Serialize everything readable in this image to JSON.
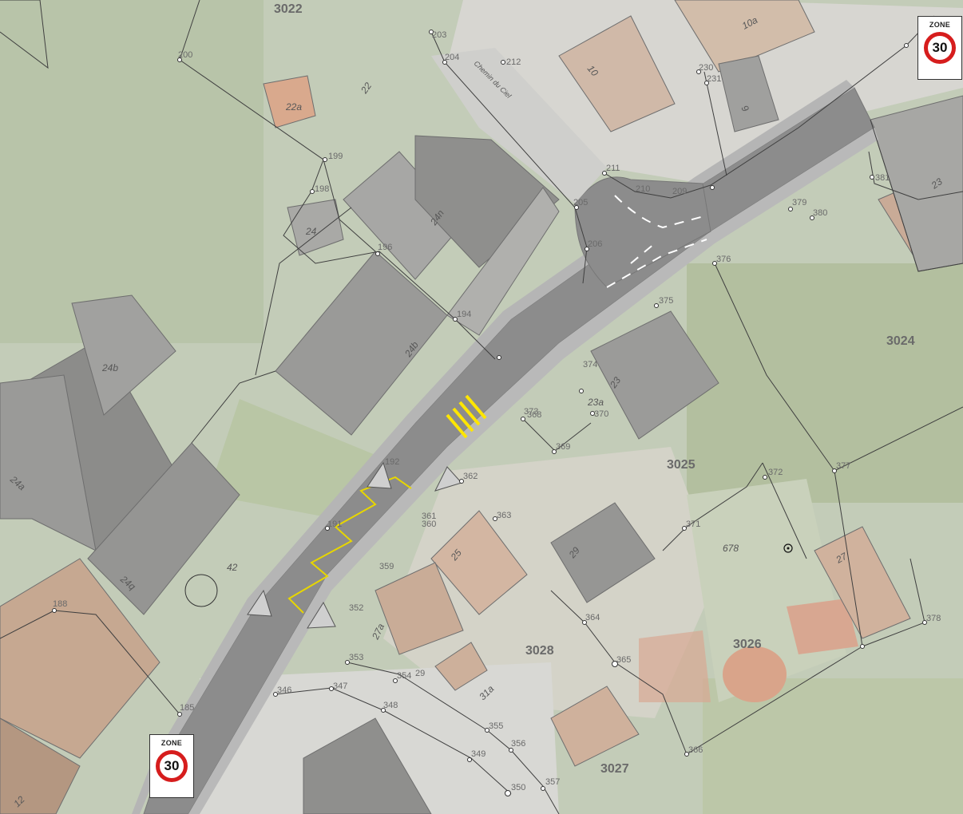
{
  "map": {
    "parcels": [
      "3022",
      "3024",
      "3025",
      "3026",
      "3027",
      "3028"
    ],
    "buildings": [
      "22a",
      "22",
      "24n",
      "24",
      "24b",
      "24b",
      "24a",
      "24q",
      "42",
      "12",
      "10",
      "10a",
      "9",
      "23",
      "23",
      "23a",
      "27",
      "25",
      "29",
      "27a",
      "31a"
    ],
    "street_name": "Chemin du Ciel",
    "area_label": "678",
    "points": [
      "200",
      "203",
      "204",
      "212",
      "199",
      "198",
      "196",
      "194",
      "211",
      "210",
      "209",
      "205",
      "206",
      "230",
      "231",
      "381",
      "379",
      "380",
      "376",
      "375",
      "374",
      "373",
      "370",
      "368",
      "369",
      "372",
      "371",
      "377",
      "378",
      "363",
      "362",
      "361",
      "360",
      "359",
      "352",
      "354",
      "353",
      "347",
      "348",
      "346",
      "349",
      "350",
      "355",
      "356",
      "357",
      "364",
      "365",
      "366",
      "188",
      "192",
      "185",
      "191",
      "29"
    ],
    "signs": [
      {
        "id": "top-right",
        "zone": "ZONE",
        "limit": "30"
      },
      {
        "id": "bottom-left",
        "zone": "ZONE",
        "limit": "30"
      }
    ],
    "colors": {
      "road": "#8c8c8c",
      "crossing": "#ffe600",
      "zigzag": "#e7d600",
      "roof": "#d9b39a"
    }
  }
}
